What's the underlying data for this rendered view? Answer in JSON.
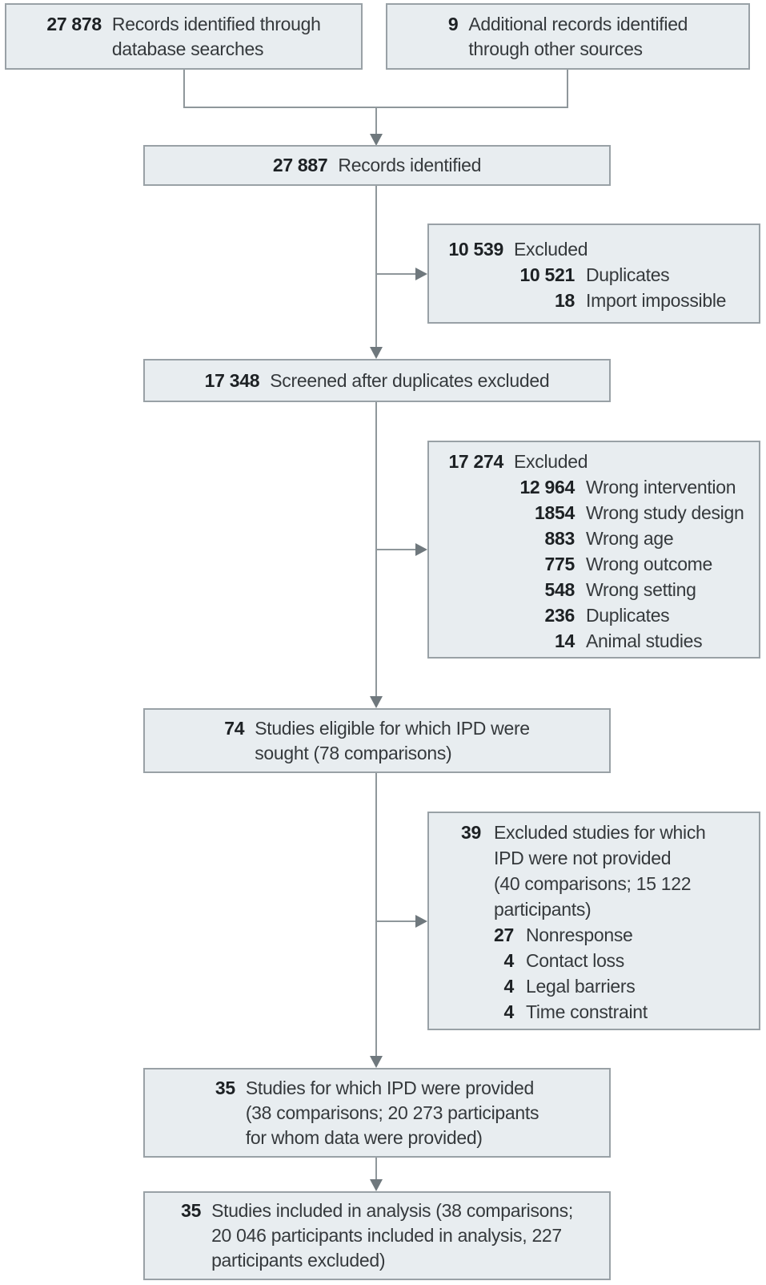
{
  "figure": {
    "type": "study-flow-diagram",
    "background": "#ffffff",
    "colors": {
      "box_fill": "#e8edf0",
      "box_border": "#99a1a6",
      "line": "#8f979b",
      "arrow": "#6f787d",
      "number": "#1d2124",
      "label": "#35393c"
    },
    "boxes": {
      "db_records": {
        "number": "27 878",
        "label_lines": [
          "Records identified through",
          "database searches"
        ]
      },
      "other_records": {
        "number": "9",
        "label_lines": [
          "Additional records identified",
          "through other sources"
        ]
      },
      "records_identified": {
        "number": "27 887",
        "label": "Records identified"
      },
      "excluded_duplicates": {
        "number": "10 539",
        "label": "Excluded",
        "items": [
          {
            "number": "10 521",
            "label": "Duplicates"
          },
          {
            "number": "18",
            "label": "Import impossible"
          }
        ]
      },
      "screened": {
        "number": "17 348",
        "label": "Screened after duplicates excluded"
      },
      "excluded_screening": {
        "number": "17 274",
        "label": "Excluded",
        "items": [
          {
            "number": "12 964",
            "label": "Wrong intervention"
          },
          {
            "number": "1854",
            "label": "Wrong study design"
          },
          {
            "number": "883",
            "label": "Wrong age"
          },
          {
            "number": "775",
            "label": "Wrong outcome"
          },
          {
            "number": "548",
            "label": "Wrong setting"
          },
          {
            "number": "236",
            "label": "Duplicates"
          },
          {
            "number": "14",
            "label": "Animal studies"
          }
        ]
      },
      "eligible": {
        "number": "74",
        "label_lines": [
          "Studies eligible for which IPD were",
          "sought (78 comparisons)"
        ]
      },
      "excluded_no_ipd": {
        "number": "39",
        "label_lines": [
          "Excluded studies for which",
          "IPD were not provided",
          "(40 comparisons; 15 122",
          "participants)"
        ],
        "items": [
          {
            "number": "27",
            "label": "Nonresponse"
          },
          {
            "number": "4",
            "label": "Contact loss"
          },
          {
            "number": "4",
            "label": "Legal barriers"
          },
          {
            "number": "4",
            "label": "Time constraint"
          }
        ]
      },
      "ipd_provided": {
        "number": "35",
        "label_lines": [
          "Studies for which IPD were provided",
          "(38 comparisons; 20 273 participants",
          "for whom data were provided)"
        ]
      },
      "included_analysis": {
        "number": "35",
        "label_lines": [
          "Studies included in analysis (38 comparisons;",
          "20 046 participants included in analysis, 227",
          "participants excluded)"
        ]
      }
    }
  }
}
